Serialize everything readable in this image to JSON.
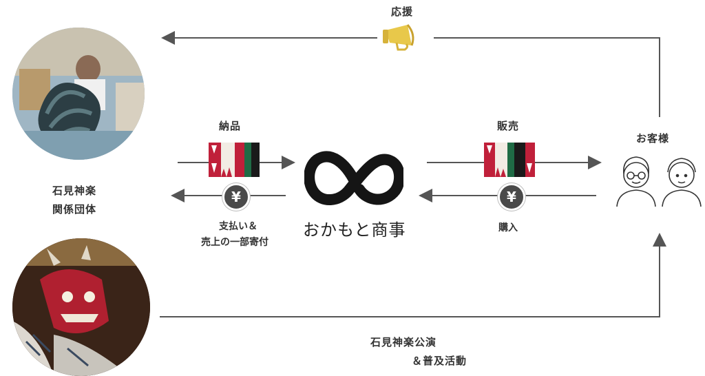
{
  "support_label": "応援",
  "supplier": {
    "label_line1": "石見神楽",
    "label_line2": "関係団体"
  },
  "delivery_label": "納品",
  "payment_label_line1": "支払い＆",
  "payment_label_line2": "売上の一部寄付",
  "company_name": "おかもと商事",
  "sales_label": "販売",
  "purchase_label": "購入",
  "customers_label": "お客様",
  "performance_label_line1": "石見神楽公演",
  "performance_label_line2": "＆普及活動",
  "yen_symbol": "¥",
  "colors": {
    "line": "#555555",
    "megaphone": "#e8c84a",
    "yen_bg": "#4a4a4a",
    "mask_red": "#c0203a",
    "mask_green": "#1f6b45"
  }
}
